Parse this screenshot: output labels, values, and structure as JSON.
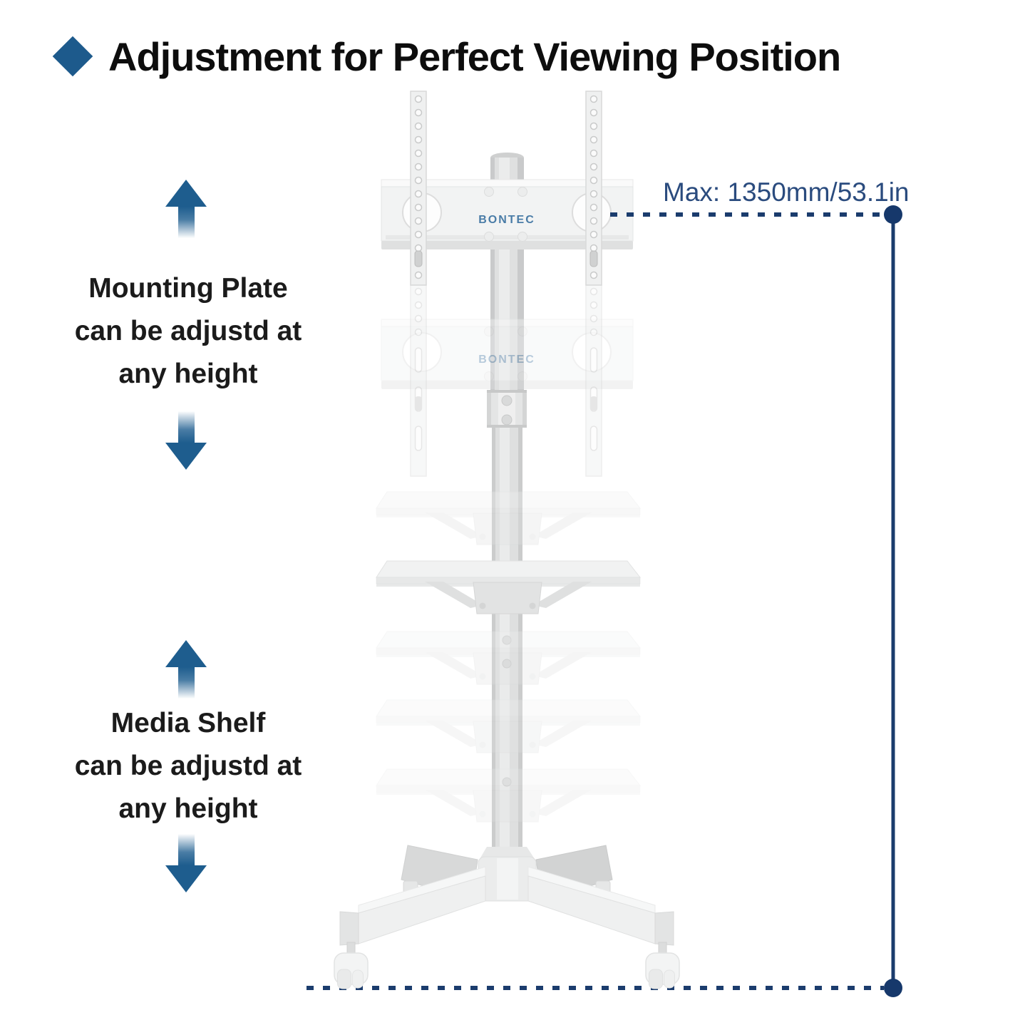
{
  "header": {
    "title": "Adjustment for Perfect Viewing Position"
  },
  "annotations": {
    "mounting_plate": {
      "lines": [
        "Mounting Plate",
        "can be adjustd at",
        "any height"
      ]
    },
    "media_shelf": {
      "lines": [
        "Media Shelf",
        "can be adjustd at",
        "any height"
      ]
    },
    "dimension": {
      "max_label": "Max: 1350mm/53.1in"
    }
  },
  "product": {
    "brand": "BONTEC"
  },
  "colors": {
    "accent_diamond_blue": "#1d5a8c",
    "arrow_blue": "#1e5d8e",
    "dimension_line_navy": "#1b3c6d",
    "dimension_dot_navy": "#16386b",
    "max_label_text": "#2a4b7e",
    "logo_blue": "#4a7ca7",
    "title_text": "#0d0d0d",
    "body_text": "#1b1b1b"
  },
  "icons": {
    "diamond_icon": "rotated-square",
    "up_arrow_icon": "triangle-up-with-fading-shaft",
    "down_arrow_icon": "triangle-down-with-fading-shaft"
  }
}
